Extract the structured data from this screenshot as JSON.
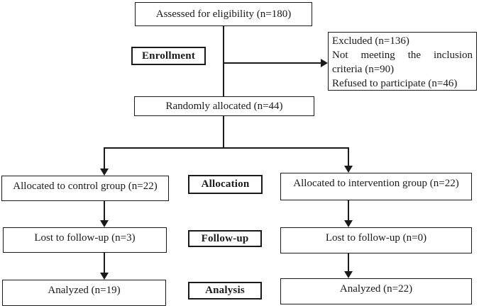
{
  "diagram": {
    "boxes": {
      "assessed": "Assessed for eligibility (n=180)",
      "randomized": "Randomly allocated (n=44)",
      "excluded_lines": [
        "Excluded (n=136)",
        "Not meeting the inclusion criteria (n=90)",
        "Refused to participate (n=46)"
      ],
      "control_allocated": "Allocated to control group (n=22)",
      "intervention_allocated": "Allocated to intervention group (n=22)",
      "control_lost": "Lost to follow-up (n=3)",
      "intervention_lost": "Lost to follow-up (n=0)",
      "control_analyzed": "Analyzed (n=19)",
      "intervention_analyzed": "Analyzed (n=22)"
    },
    "stage_labels": {
      "enrollment": "Enrollment",
      "allocation": "Allocation",
      "followup": "Follow-up",
      "analysis": "Analysis"
    },
    "colors": {
      "line": "#1a1a1a",
      "background": "#ffffff"
    }
  }
}
